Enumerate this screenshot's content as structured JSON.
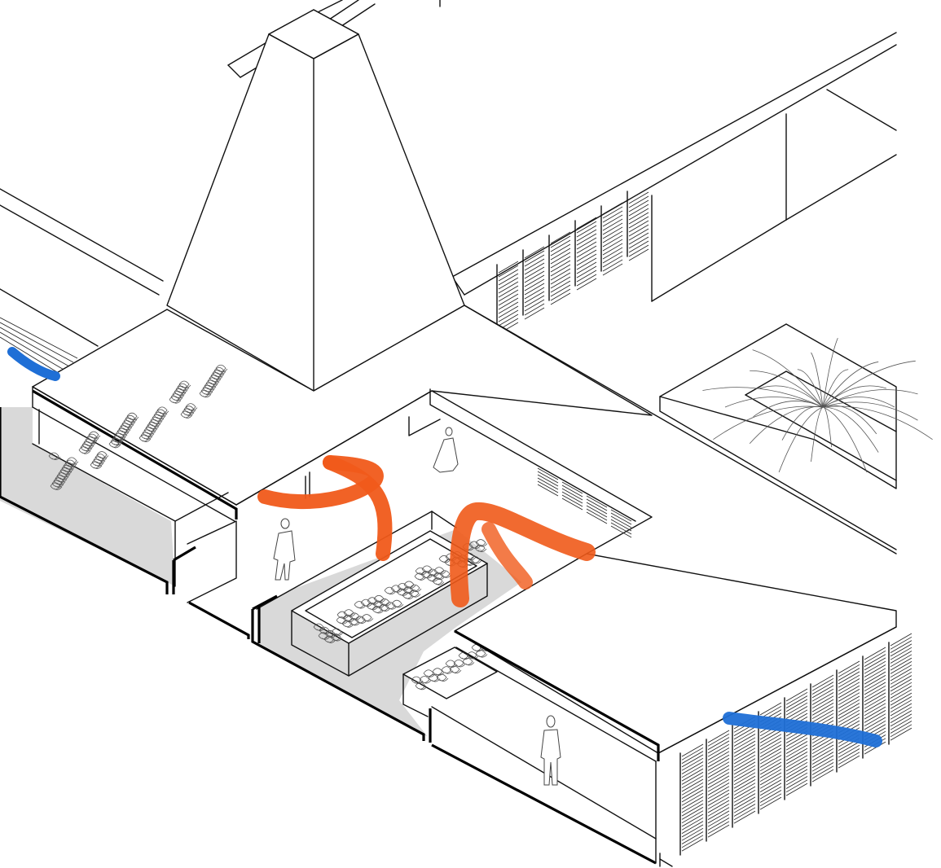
{
  "diagram": {
    "kind": "isometric-architectural-section",
    "colors": {
      "line": "#111111",
      "ground_shade": "#d9d9d9",
      "warm_airflow": "#f05a1a",
      "cool_airflow": "#1f6fd6",
      "background": "#ffffff"
    },
    "airflow_arrows": [
      {
        "id": "warm-1",
        "color": "warm_airflow"
      },
      {
        "id": "warm-2",
        "color": "warm_airflow"
      },
      {
        "id": "cool-1",
        "color": "cool_airflow"
      },
      {
        "id": "cool-2",
        "color": "cool_airflow"
      }
    ],
    "elements": [
      "wind-tower",
      "roof-slab",
      "courtyard",
      "planters",
      "louvred-screens",
      "people-figures"
    ]
  }
}
